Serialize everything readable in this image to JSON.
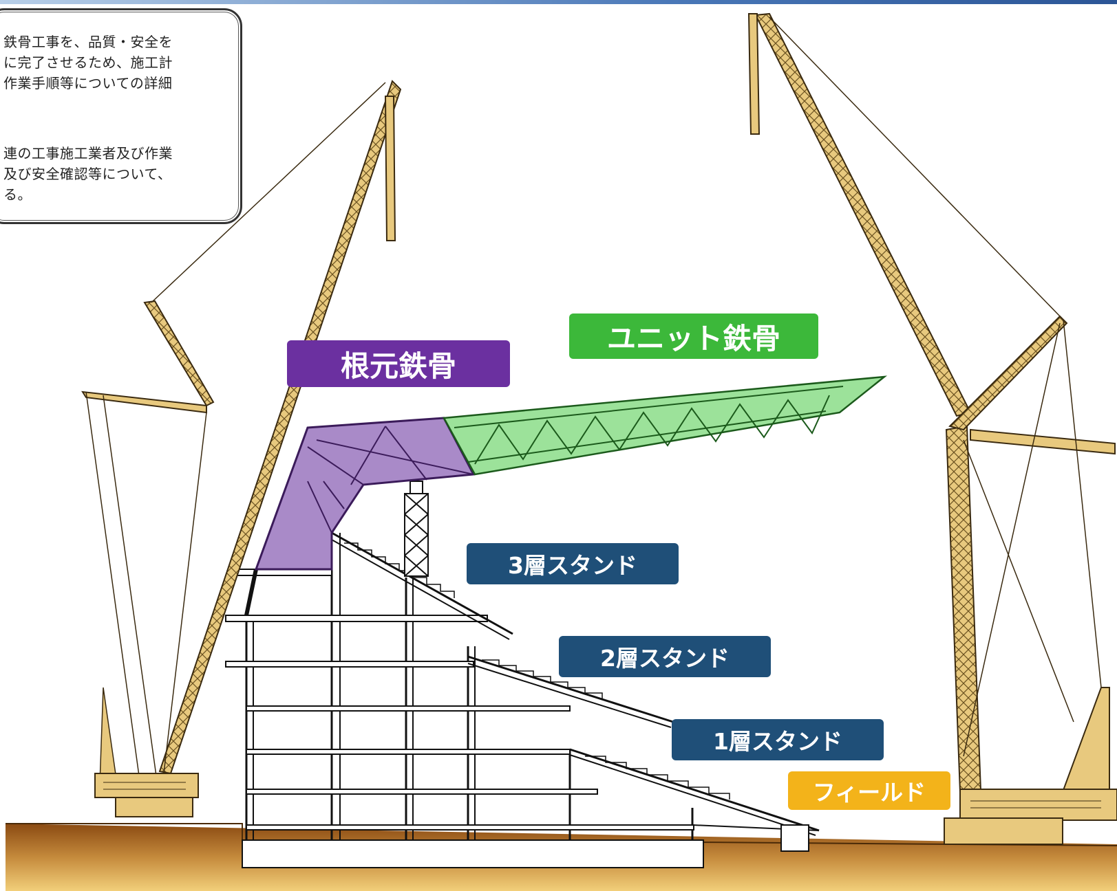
{
  "note": {
    "lines": [
      "鉄骨工事を、品質・安全を",
      "に完了させるため、施工計",
      "作業手順等についての詳細",
      "",
      "連の工事施工業者及び作業",
      "及び安全確認等について、",
      "る。"
    ]
  },
  "labels": {
    "root_steel": "根元鉄骨",
    "unit_steel": "ユニット鉄骨",
    "stand_3": "3層スタンド",
    "stand_2": "2層スタンド",
    "stand_1": "1層スタンド",
    "field": "フィールド"
  },
  "colors": {
    "root_steel": "#6b30a0",
    "unit_steel": "#3cb83a",
    "stand": "#1f4f78",
    "field": "#f3b31a",
    "crane": "#e8c97e",
    "ground": "#c58a3c"
  }
}
